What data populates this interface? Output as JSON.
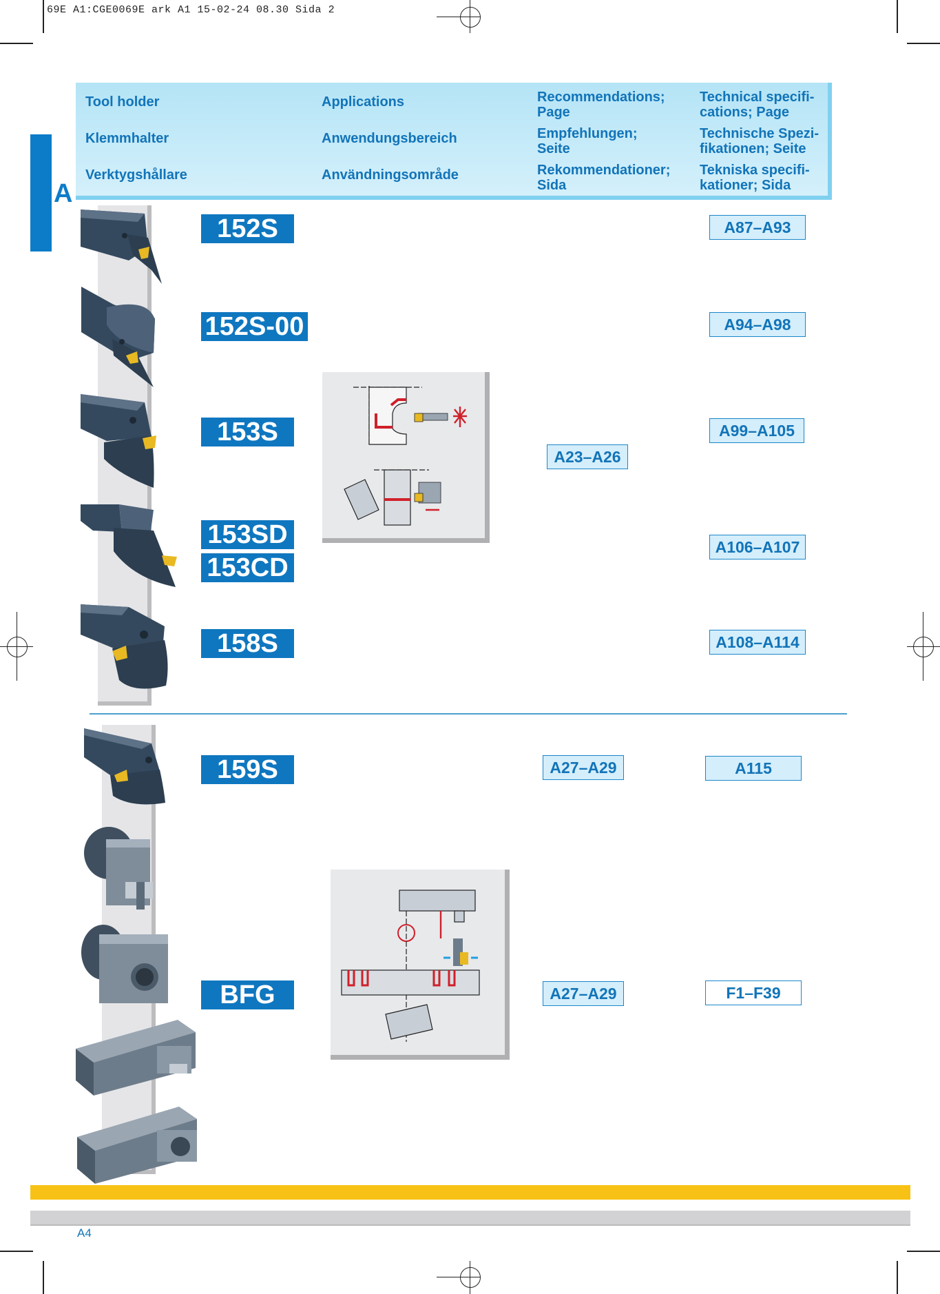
{
  "print_slug": "69E A1:CGE0069E ark A1   15-02-24   08.30   Sida 2",
  "section_tab": "A",
  "header": {
    "col1": [
      "Tool holder",
      "Klemmhalter",
      "Verktygshållare"
    ],
    "col2": [
      "Applications",
      "Anwendungsbereich",
      "Användningsområde"
    ],
    "col3": [
      [
        "Recommendations;",
        "Page"
      ],
      [
        "Empfehlungen;",
        "Seite"
      ],
      [
        "Rekommendationer;",
        "Sida"
      ]
    ],
    "col4": [
      [
        "Technical specifi-",
        "cations; Page"
      ],
      [
        "Technische Spezi-",
        "fikationen; Seite"
      ],
      [
        "Tekniska specifi-",
        "kationer; Sida"
      ]
    ]
  },
  "tools": [
    {
      "code": "152S",
      "spec": "A87–A93"
    },
    {
      "code": "152S-00",
      "spec": "A94–A98"
    },
    {
      "code": "153S",
      "spec": "A99–A105"
    },
    {
      "code": "153SD",
      "spec": "A106–A107"
    },
    {
      "code": "153CD"
    },
    {
      "code": "158S",
      "spec": "A108–A114"
    },
    {
      "code": "159S",
      "rec": "A27–A29",
      "spec": "A115"
    },
    {
      "code": "BFG",
      "rec": "A27–A29",
      "spec": "F1–F39"
    }
  ],
  "group1_rec": "A23–A26",
  "page_number": "A4",
  "colors": {
    "blue": "#0f77c0",
    "light_blue": "#d4eefb",
    "yellow": "#f7c215",
    "steel": "#34495e",
    "insert": "#e8b923",
    "red": "#d0202a"
  }
}
